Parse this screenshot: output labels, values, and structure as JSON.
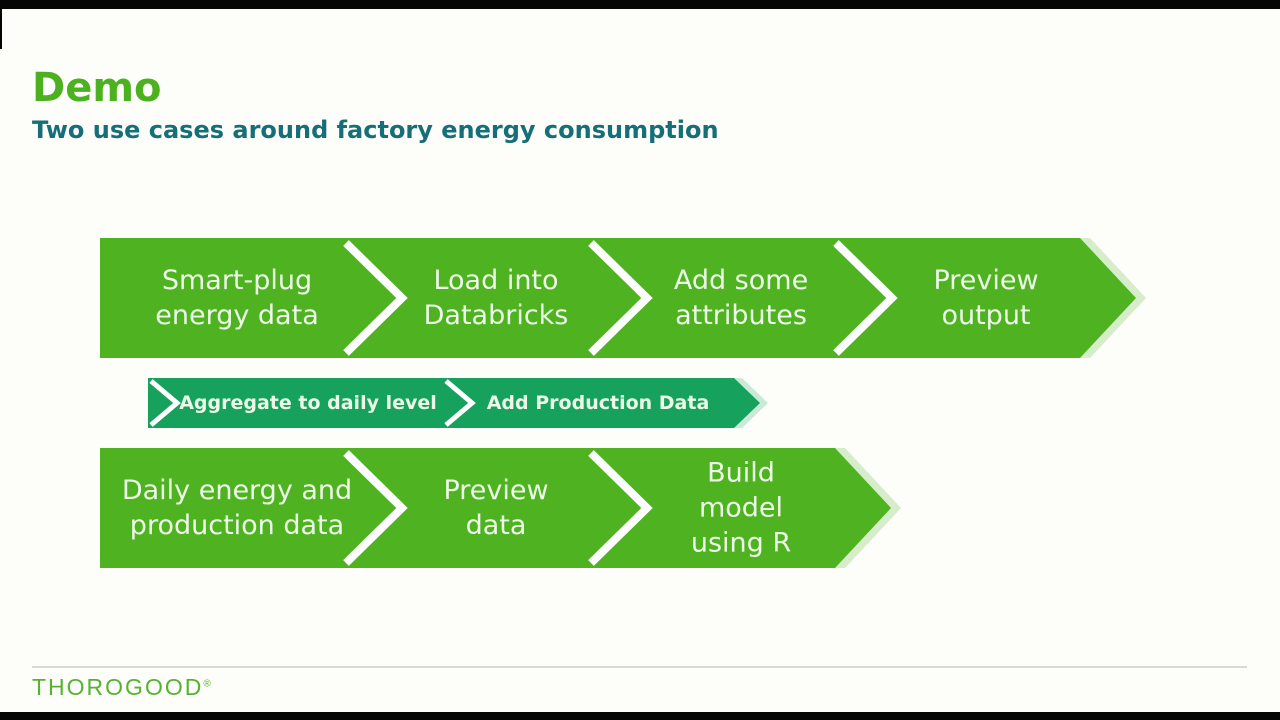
{
  "slide": {
    "title": "Demo",
    "subtitle": "Two use cases around factory energy consumption"
  },
  "flow": {
    "row_top": {
      "steps": [
        {
          "label": "Smart-plug\nenergy data"
        },
        {
          "label": "Load into\nDatabricks"
        },
        {
          "label": "Add some\nattributes"
        },
        {
          "label": "Preview\noutput"
        }
      ]
    },
    "row_middle": {
      "steps": [
        {
          "label": "Aggregate to daily level"
        },
        {
          "label": "Add Production Data"
        }
      ]
    },
    "row_bottom": {
      "steps": [
        {
          "label": "Daily energy and\nproduction data"
        },
        {
          "label": "Preview\ndata"
        },
        {
          "label": "Build\nmodel\nusing R"
        }
      ]
    }
  },
  "footer": {
    "logo_text": "THOROGOOD",
    "registered_mark": "®"
  },
  "colors": {
    "title_green": "#4CB11E",
    "bright_green": "#4FB321",
    "dark_green": "#16A25C",
    "teal_heading": "#156E78",
    "logo_green": "#57B231",
    "step_text": "#EDF9E8"
  }
}
